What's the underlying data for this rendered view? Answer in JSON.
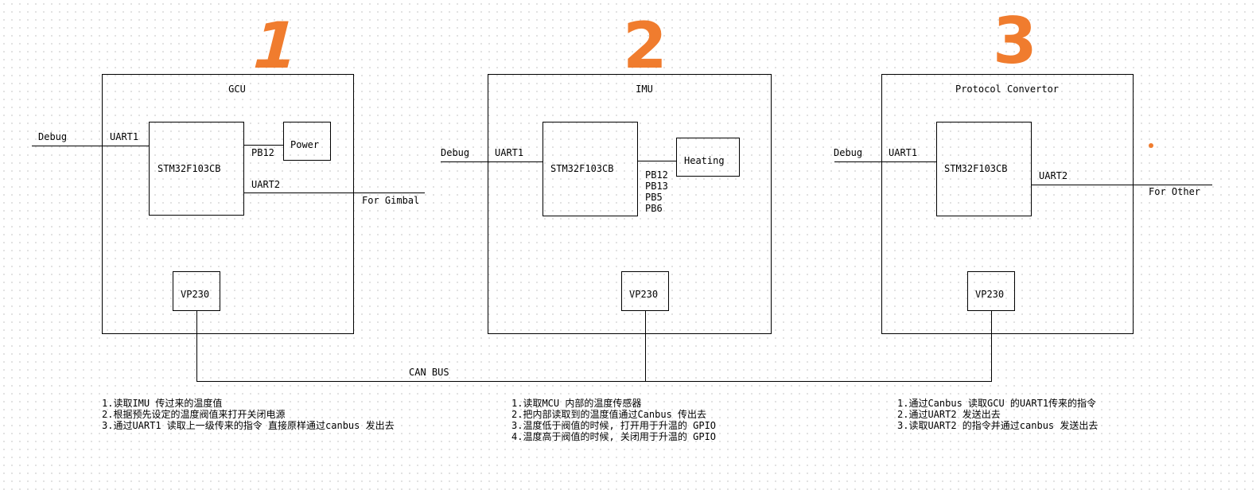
{
  "numbers": [
    "1",
    "2",
    "3"
  ],
  "gcu": {
    "title": "GCU",
    "mcu": "STM32F103CB",
    "power": "Power",
    "debug": "Debug",
    "uart1": "UART1",
    "pb12": "PB12",
    "uart2": "UART2",
    "gimbal": "For Gimbal",
    "vp230": "VP230",
    "notes": [
      "1.读取IMU 传过来的温度值",
      "2.根据预先设定的温度阀值来打开关闭电源",
      "3.通过UART1 读取上一级传来的指令 直接原样通过canbus 发出去"
    ]
  },
  "imu": {
    "title": "IMU",
    "mcu": "STM32F103CB",
    "heating": "Heating",
    "debug": "Debug",
    "uart1": "UART1",
    "pins": [
      "PB12",
      "PB13",
      "PB5",
      "PB6"
    ],
    "vp230": "VP230",
    "notes": [
      "1.读取MCU 内部的温度传感器",
      "2.把内部读取到的温度值通过Canbus 传出去",
      "3.温度低于阀值的时候, 打开用于升温的 GPIO",
      "4.温度高于阀值的时候, 关闭用于升温的 GPIO"
    ]
  },
  "pc": {
    "title": "Protocol Convertor",
    "mcu": "STM32F103CB",
    "debug": "Debug",
    "uart1": "UART1",
    "uart2": "UART2",
    "other": "For Other",
    "vp230": "VP230",
    "notes": [
      "1.通过Canbus 读取GCU 的UART1传来的指令",
      "2.通过UART2 发送出去",
      "3.读取UART2 的指令并通过canbus 发送出去"
    ]
  },
  "canbus": "CAN BUS",
  "colors": {
    "accent": "#f07c2e",
    "line": "#000000"
  }
}
